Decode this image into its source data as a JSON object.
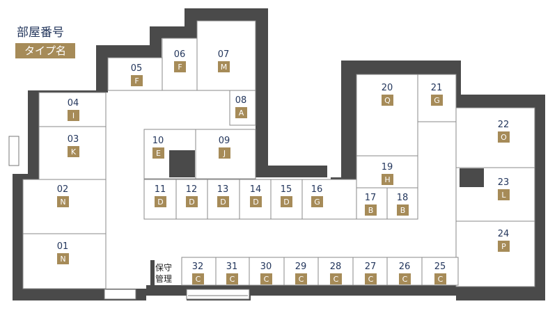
{
  "legend": {
    "title": "部屋番号",
    "type_label": "タイプ名"
  },
  "management": {
    "line1": "保守",
    "line2": "管理"
  },
  "rooms": [
    {
      "num": "01",
      "type": "N"
    },
    {
      "num": "02",
      "type": "N"
    },
    {
      "num": "03",
      "type": "K"
    },
    {
      "num": "04",
      "type": "I"
    },
    {
      "num": "05",
      "type": "F"
    },
    {
      "num": "06",
      "type": "F"
    },
    {
      "num": "07",
      "type": "M"
    },
    {
      "num": "08",
      "type": "A"
    },
    {
      "num": "09",
      "type": "J"
    },
    {
      "num": "10",
      "type": "E"
    },
    {
      "num": "11",
      "type": "D"
    },
    {
      "num": "12",
      "type": "D"
    },
    {
      "num": "13",
      "type": "D"
    },
    {
      "num": "14",
      "type": "D"
    },
    {
      "num": "15",
      "type": "D"
    },
    {
      "num": "16",
      "type": "G"
    },
    {
      "num": "17",
      "type": "B"
    },
    {
      "num": "18",
      "type": "B"
    },
    {
      "num": "19",
      "type": "H"
    },
    {
      "num": "20",
      "type": "Q"
    },
    {
      "num": "21",
      "type": "G"
    },
    {
      "num": "22",
      "type": "O"
    },
    {
      "num": "23",
      "type": "L"
    },
    {
      "num": "24",
      "type": "P"
    },
    {
      "num": "25",
      "type": "C"
    },
    {
      "num": "26",
      "type": "C"
    },
    {
      "num": "27",
      "type": "C"
    },
    {
      "num": "28",
      "type": "C"
    },
    {
      "num": "29",
      "type": "C"
    },
    {
      "num": "30",
      "type": "C"
    },
    {
      "num": "31",
      "type": "C"
    },
    {
      "num": "32",
      "type": "C"
    }
  ],
  "colors": {
    "wall": "#4a4a4a",
    "badge": "#a68b58",
    "number": "#23365c"
  }
}
